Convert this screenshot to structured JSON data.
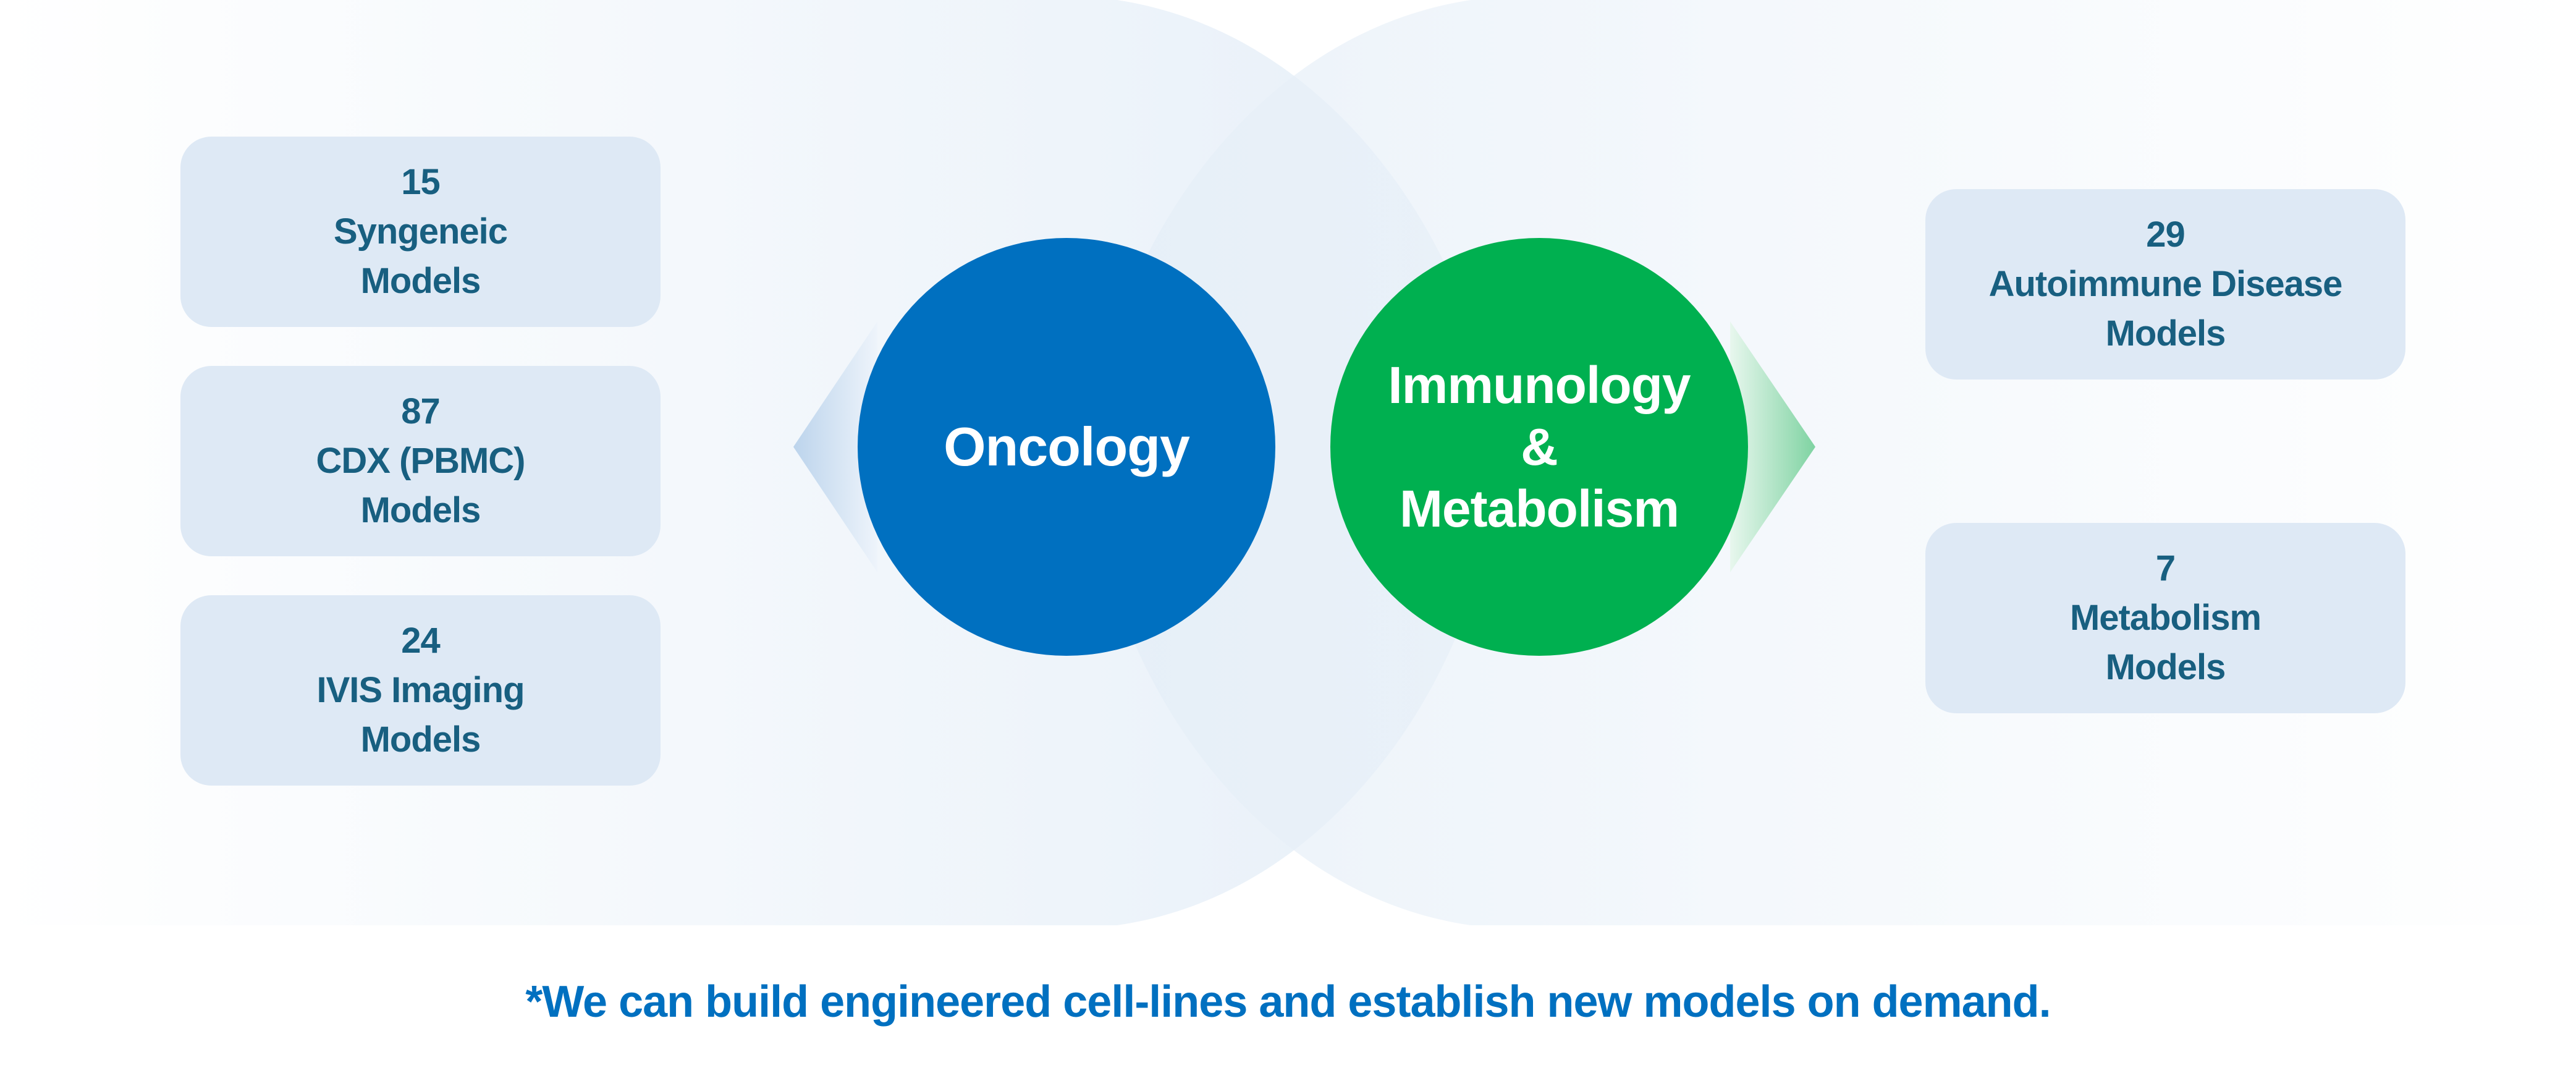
{
  "left_category": {
    "label": "Oncology",
    "color": "#0070c0"
  },
  "right_category": {
    "label_lines": [
      "Immunology",
      "&",
      "Metabolism"
    ],
    "color": "#00b050"
  },
  "left_models": [
    {
      "count": "15",
      "line1": "Syngeneic",
      "line2": "Models"
    },
    {
      "count": "87",
      "line1": "CDX (PBMC)",
      "line2": "Models"
    },
    {
      "count": "24",
      "line1": "IVIS Imaging",
      "line2": "Models"
    }
  ],
  "right_models": [
    {
      "count": "29",
      "line1": "Autoimmune Disease",
      "line2": "Models"
    },
    {
      "count": "7",
      "line1": "Metabolism",
      "line2": "Models"
    }
  ],
  "footnote": "*We can build engineered cell-lines and establish new models on demand."
}
